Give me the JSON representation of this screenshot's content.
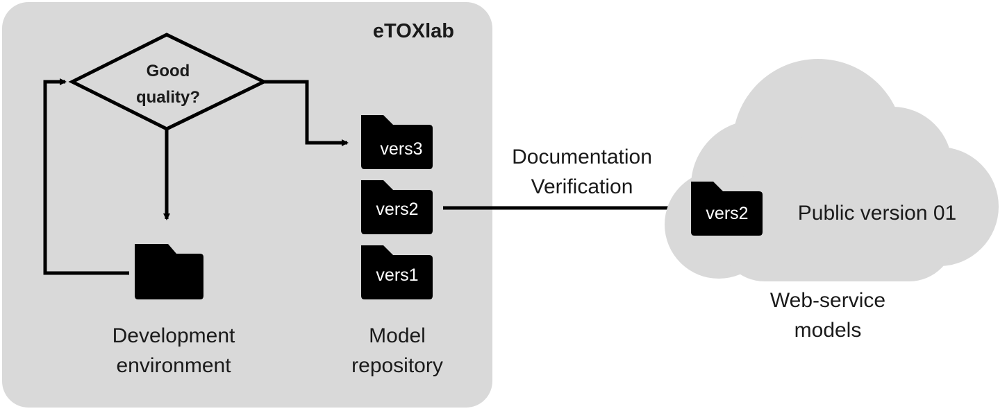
{
  "lab": {
    "title": "eTOXlab"
  },
  "decision": {
    "line1": "Good",
    "line2": "quality?"
  },
  "dev_env": {
    "line1": "Development",
    "line2": "environment"
  },
  "repository": {
    "line1": "Model",
    "line2": "repository",
    "versions": [
      "vers3",
      "vers2",
      "vers1"
    ]
  },
  "transfer": {
    "line1": "Documentation",
    "line2": "Verification"
  },
  "cloud": {
    "folder_label": "vers2",
    "public_label": "Public version 01",
    "caption_line1": "Web-service",
    "caption_line2": "models"
  },
  "colors": {
    "panel": "#d9d9d9",
    "ink": "#000000",
    "text": "#1a1a1a"
  }
}
